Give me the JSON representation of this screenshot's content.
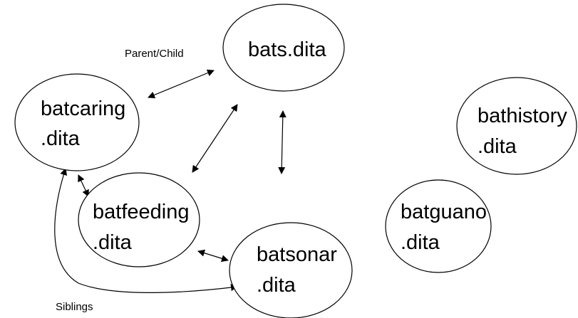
{
  "nodes": [
    {
      "id": "bats",
      "lines": [
        "bats.dita"
      ]
    },
    {
      "id": "batcaring",
      "lines": [
        "batcaring",
        ".dita"
      ]
    },
    {
      "id": "batfeeding",
      "lines": [
        "batfeeding",
        ".dita"
      ]
    },
    {
      "id": "batsonar",
      "lines": [
        "batsonar",
        ".dita"
      ]
    },
    {
      "id": "bathistory",
      "lines": [
        "bathistory",
        ".dita"
      ]
    },
    {
      "id": "batguano",
      "lines": [
        "batguano",
        ".dita"
      ]
    }
  ],
  "labels": {
    "parent_child": "Parent/Child",
    "siblings": "Siblings"
  },
  "edges": [
    {
      "from": "batcaring",
      "to": "bats",
      "relation": "parent_child"
    },
    {
      "from": "batfeeding",
      "to": "bats",
      "relation": "parent_child"
    },
    {
      "from": "batsonar",
      "to": "bats",
      "relation": "parent_child"
    },
    {
      "from": "batcaring",
      "to": "batfeeding",
      "relation": "siblings"
    },
    {
      "from": "batfeeding",
      "to": "batsonar",
      "relation": "siblings"
    },
    {
      "from": "batcaring",
      "to": "batsonar",
      "relation": "siblings"
    }
  ]
}
